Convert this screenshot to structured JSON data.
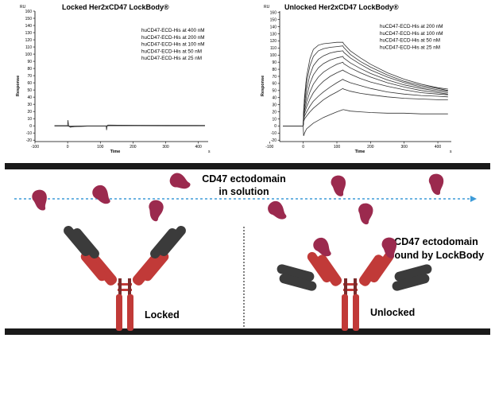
{
  "chart_data": [
    {
      "type": "line",
      "title": "Locked Her2xCD47 LockBody®",
      "xlabel": "Time",
      "ylabel": "Response",
      "y_unit": "RU",
      "x_unit": "s",
      "x_ticks": [
        -100,
        0,
        100,
        200,
        300,
        400
      ],
      "y_ticks": [
        -20,
        -10,
        0,
        10,
        20,
        30,
        40,
        50,
        60,
        70,
        80,
        90,
        100,
        110,
        120,
        130,
        140,
        150,
        160
      ],
      "xlim": [
        -100,
        430
      ],
      "ylim": [
        -22,
        160
      ],
      "legend_position": "top-right",
      "legend": [
        "huCD47-ECD-His at 400 nM",
        "huCD47-ECD-His at 200 nM",
        "huCD47-ECD-His at 100 nM",
        "huCD47-ECD-His at 50 nM",
        "huCD47-ECD-His at 25 nM"
      ],
      "series": [
        {
          "x": [
            -40,
            -5,
            0,
            1,
            3,
            8,
            20,
            60,
            110,
            118,
            119,
            121,
            123,
            130,
            200,
            300,
            420
          ],
          "y": [
            0,
            0,
            0,
            8,
            0,
            -2,
            -1,
            -0.5,
            -0.5,
            -0.5,
            -6,
            0,
            1,
            1,
            0.5,
            0.5,
            0.5
          ]
        },
        {
          "x": [
            -40,
            0,
            8,
            60,
            118,
            130,
            300,
            420
          ],
          "y": [
            0,
            0,
            -1.5,
            -0.5,
            -0.5,
            0.8,
            0.4,
            0.3
          ]
        },
        {
          "x": [
            -40,
            0,
            8,
            60,
            118,
            130,
            300,
            420
          ],
          "y": [
            0,
            0,
            -1,
            -0.3,
            -0.3,
            0.5,
            0.2,
            0.2
          ]
        },
        {
          "x": [
            -40,
            0,
            8,
            60,
            118,
            130,
            300,
            420
          ],
          "y": [
            0,
            0,
            -0.8,
            -0.2,
            -0.2,
            0.3,
            0.1,
            0.1
          ]
        },
        {
          "x": [
            -40,
            0,
            8,
            60,
            118,
            130,
            300,
            420
          ],
          "y": [
            0,
            0,
            -0.5,
            -0.1,
            -0.1,
            0.2,
            0,
            0
          ]
        }
      ]
    },
    {
      "type": "line",
      "title": "Unlocked Her2xCD47 LockBody®",
      "xlabel": "Time",
      "ylabel": "Response",
      "y_unit": "RU",
      "x_unit": "s",
      "x_ticks": [
        -100,
        0,
        100,
        200,
        300,
        400
      ],
      "y_ticks": [
        -20,
        -10,
        0,
        10,
        20,
        30,
        40,
        50,
        60,
        70,
        80,
        90,
        100,
        110,
        120,
        130,
        140,
        150,
        160
      ],
      "xlim": [
        -70,
        440
      ],
      "ylim": [
        -22,
        162
      ],
      "legend_position": "top-right",
      "legend": [
        "huCD47-ECD-His at 200 nM",
        "huCD47-ECD-His at 100 nM",
        "huCD47-ECD-His at 50 nM",
        "huCD47-ECD-His at 25 nM"
      ],
      "series": [
        {
          "x": [
            -60,
            0,
            1,
            4,
            10,
            20,
            30,
            45,
            60,
            80,
            100,
            118,
            120,
            140,
            170,
            200,
            250,
            300,
            350,
            400,
            430
          ],
          "y": [
            0,
            0,
            20,
            42,
            70,
            95,
            108,
            114,
            116,
            117,
            118,
            118,
            116,
            106,
            96,
            87,
            75,
            66,
            59,
            54,
            52
          ]
        },
        {
          "x": [
            -60,
            0,
            1,
            4,
            10,
            20,
            30,
            45,
            60,
            80,
            100,
            118,
            120,
            140,
            170,
            200,
            250,
            300,
            350,
            400,
            430
          ],
          "y": [
            0,
            0,
            18,
            38,
            62,
            85,
            98,
            106,
            109,
            111,
            112,
            113,
            111,
            101,
            91,
            83,
            72,
            63,
            57,
            53,
            50
          ]
        },
        {
          "x": [
            -60,
            0,
            1,
            4,
            10,
            20,
            30,
            45,
            60,
            80,
            100,
            118,
            120,
            140,
            170,
            200,
            250,
            300,
            350,
            400,
            430
          ],
          "y": [
            0,
            0,
            16,
            32,
            52,
            72,
            85,
            94,
            99,
            103,
            105,
            106,
            104,
            96,
            87,
            79,
            69,
            61,
            55,
            51,
            49
          ]
        },
        {
          "x": [
            -60,
            0,
            1,
            4,
            10,
            20,
            30,
            45,
            60,
            80,
            100,
            118,
            120,
            140,
            170,
            200,
            250,
            300,
            350,
            400,
            430
          ],
          "y": [
            0,
            0,
            14,
            27,
            42,
            60,
            72,
            82,
            88,
            93,
            96,
            98,
            96,
            89,
            81,
            74,
            65,
            58,
            53,
            49,
            47
          ]
        },
        {
          "x": [
            -60,
            0,
            1,
            4,
            10,
            20,
            30,
            45,
            60,
            80,
            100,
            118,
            120,
            140,
            170,
            200,
            250,
            300,
            350,
            400,
            430
          ],
          "y": [
            0,
            0,
            12,
            22,
            34,
            48,
            59,
            69,
            76,
            82,
            87,
            90,
            88,
            82,
            75,
            69,
            61,
            55,
            50,
            47,
            45
          ]
        },
        {
          "x": [
            -60,
            0,
            1,
            4,
            10,
            20,
            30,
            45,
            60,
            80,
            100,
            118,
            120,
            140,
            170,
            200,
            250,
            300,
            350,
            400,
            430
          ],
          "y": [
            0,
            0,
            10,
            18,
            27,
            38,
            47,
            56,
            63,
            70,
            75,
            79,
            78,
            73,
            67,
            62,
            56,
            51,
            47,
            45,
            44
          ]
        },
        {
          "x": [
            -60,
            0,
            1,
            4,
            10,
            20,
            30,
            45,
            60,
            80,
            100,
            118,
            120,
            140,
            170,
            200,
            250,
            300,
            350,
            400,
            430
          ],
          "y": [
            0,
            0,
            8,
            14,
            20,
            28,
            35,
            42,
            48,
            55,
            61,
            66,
            65,
            61,
            57,
            53,
            48,
            45,
            43,
            42,
            41
          ]
        },
        {
          "x": [
            -60,
            0,
            1,
            4,
            10,
            20,
            30,
            45,
            60,
            80,
            100,
            118,
            120,
            140,
            170,
            200,
            250,
            300,
            350,
            400,
            430
          ],
          "y": [
            0,
            0,
            6,
            10,
            14,
            20,
            25,
            31,
            37,
            43,
            48,
            53,
            52,
            49,
            46,
            44,
            41,
            39,
            38,
            37,
            37
          ]
        },
        {
          "x": [
            -60,
            0,
            1,
            4,
            10,
            20,
            30,
            45,
            60,
            80,
            100,
            118,
            120,
            140,
            170,
            200,
            250,
            300,
            350,
            400,
            430
          ],
          "y": [
            0,
            0,
            -14,
            -10,
            -4,
            0,
            4,
            8,
            12,
            16,
            20,
            23,
            23,
            21,
            20,
            19,
            18,
            18,
            17,
            17,
            17
          ]
        }
      ]
    }
  ],
  "diagram": {
    "solution_label_line1": "CD47 ectodomain",
    "solution_label_line2": "in solution",
    "bound_label_line1": "CD47 ectodomain",
    "bound_label_line2": "bound by LockBody",
    "locked_label": "Locked",
    "unlocked_label": "Unlocked",
    "colors": {
      "antibody_red": "#c13a38",
      "antibody_dark": "#3b3b3b",
      "protein": "#9b2a4e",
      "dashed_arrow": "#3d9bd8",
      "membrane": "#1a1a1a"
    }
  }
}
